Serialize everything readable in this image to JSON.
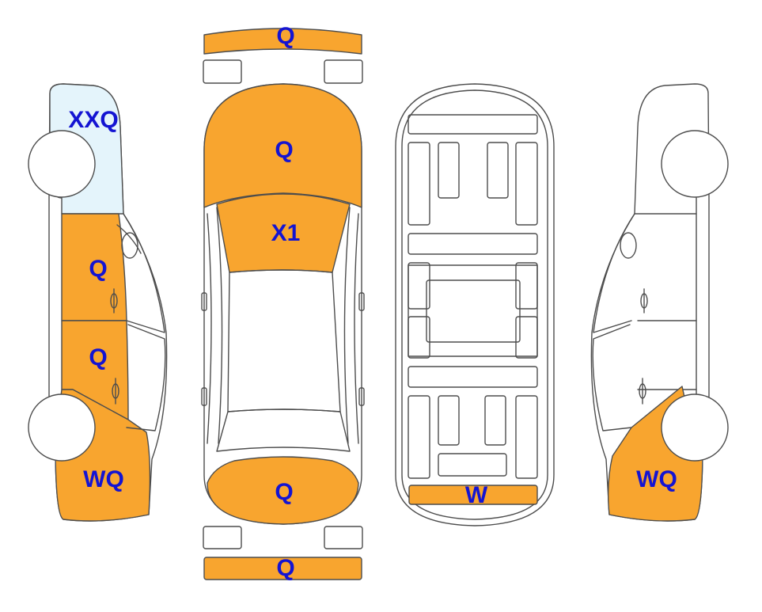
{
  "colors": {
    "damage_fill": "#f8a52f",
    "tint_fill": "#e4f4fb",
    "outline": "#4d4d4d",
    "label": "#1414d2",
    "background": "#ffffff"
  },
  "panels": {
    "front_bumper": {
      "code": "Q",
      "state": "damage"
    },
    "hood": {
      "code": "Q",
      "state": "damage"
    },
    "windshield": {
      "code": "X1",
      "state": "damage"
    },
    "trunk_lid": {
      "code": "Q",
      "state": "damage"
    },
    "rear_bumper": {
      "code": "Q",
      "state": "damage"
    },
    "left_front_fender": {
      "code": "XXQ",
      "state": "tint"
    },
    "left_front_door": {
      "code": "Q",
      "state": "damage"
    },
    "left_rear_door": {
      "code": "Q",
      "state": "damage"
    },
    "left_quarter_panel": {
      "code": "WQ",
      "state": "damage"
    },
    "right_quarter_panel": {
      "code": "WQ",
      "state": "damage"
    },
    "underbody_rear_member": {
      "code": "W",
      "state": "damage"
    }
  }
}
